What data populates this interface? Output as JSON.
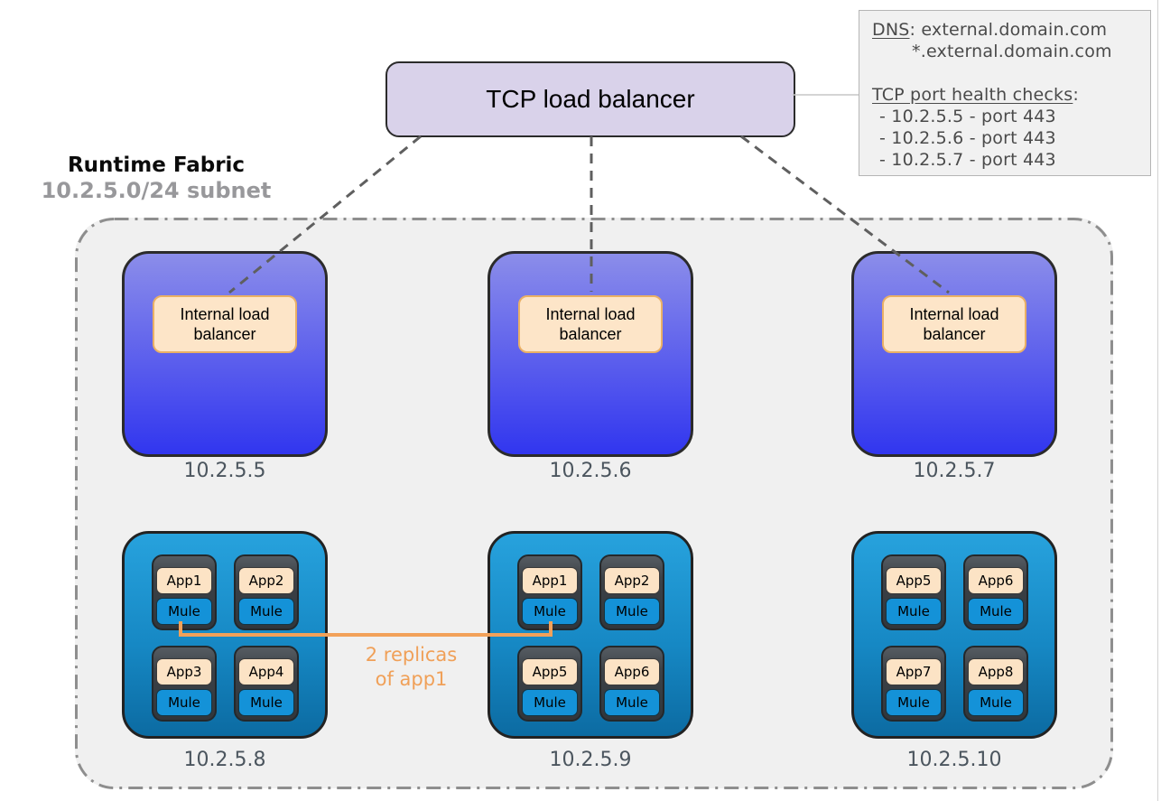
{
  "tcp_lb": {
    "label": "TCP load balancer"
  },
  "callout": {
    "dns_label": "DNS",
    "dns_rest": ": external.domain.com",
    "dns_wildcard": "*.external.domain.com",
    "health_label": "TCP port health checks",
    "health_colon": ":",
    "checks": [
      "- 10.2.5.5 - port 443",
      "- 10.2.5.6 - port 443",
      "- 10.2.5.7 - port 443"
    ]
  },
  "fabric": {
    "title": "Runtime Fabric",
    "subnet": "10.2.5.0/24 subnet",
    "lb_nodes": [
      {
        "ip": "10.2.5.5",
        "label": "Internal load balancer"
      },
      {
        "ip": "10.2.5.6",
        "label": "Internal load balancer"
      },
      {
        "ip": "10.2.5.7",
        "label": "Internal load balancer"
      }
    ],
    "worker_nodes": [
      {
        "ip": "10.2.5.8",
        "apps": [
          {
            "app": "App1",
            "runtime": "Mule"
          },
          {
            "app": "App2",
            "runtime": "Mule"
          },
          {
            "app": "App3",
            "runtime": "Mule"
          },
          {
            "app": "App4",
            "runtime": "Mule"
          }
        ]
      },
      {
        "ip": "10.2.5.9",
        "apps": [
          {
            "app": "App1",
            "runtime": "Mule"
          },
          {
            "app": "App2",
            "runtime": "Mule"
          },
          {
            "app": "App5",
            "runtime": "Mule"
          },
          {
            "app": "App6",
            "runtime": "Mule"
          }
        ]
      },
      {
        "ip": "10.2.5.10",
        "apps": [
          {
            "app": "App5",
            "runtime": "Mule"
          },
          {
            "app": "App6",
            "runtime": "Mule"
          },
          {
            "app": "App7",
            "runtime": "Mule"
          },
          {
            "app": "App8",
            "runtime": "Mule"
          }
        ]
      }
    ]
  },
  "replica_note": {
    "line1": "2 replicas",
    "line2": "of app1"
  },
  "colors": {
    "tcp_lb_fill": "#d9d2ea",
    "lb_node_gradient_top": "#8b8dea",
    "lb_node_gradient_bottom": "#3136ef",
    "worker_node_gradient_top": "#27a2dd",
    "worker_node_gradient_bottom": "#0c6ba2",
    "chip_fill": "#fde5c8",
    "chip_border": "#eab065",
    "app_tile_fill": "#fce3c5",
    "mule_tile_fill": "#1492d8",
    "app_container_fill": "#3c4248",
    "fabric_fill": "#f0f0f0",
    "callout_fill": "#f1f1f1",
    "replica_accent": "#f0a058",
    "dash_line": "#5f5f5f",
    "fabric_border": "#8e8e8e"
  }
}
